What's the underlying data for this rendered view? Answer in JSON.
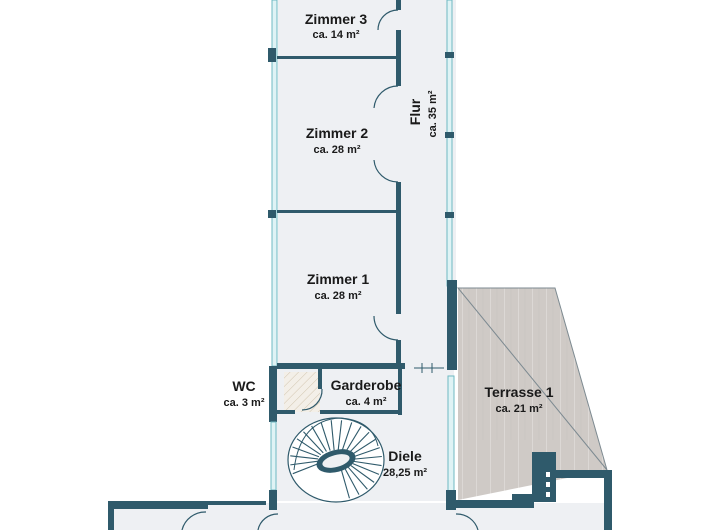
{
  "colors": {
    "floor": "#eef0f3",
    "wall": "#2f5a6b",
    "terrace": "#cfcac6",
    "window": "#dff3f5"
  },
  "rooms": {
    "zimmer3": {
      "name": "Zimmer 3",
      "area": "ca. 14 m²"
    },
    "zimmer2": {
      "name": "Zimmer 2",
      "area": "ca. 28 m²"
    },
    "zimmer1": {
      "name": "Zimmer 1",
      "area": "ca. 28 m²"
    },
    "flur": {
      "name": "Flur",
      "area": "ca. 35 m²"
    },
    "wc": {
      "name": "WC",
      "area": "ca. 3 m²"
    },
    "garderobe": {
      "name": "Garderobe",
      "area": "ca. 4 m²"
    },
    "diele": {
      "name": "Diele",
      "area": "28,25 m²"
    },
    "terrasse": {
      "name": "Terrasse 1",
      "area": "ca. 21 m²"
    }
  }
}
